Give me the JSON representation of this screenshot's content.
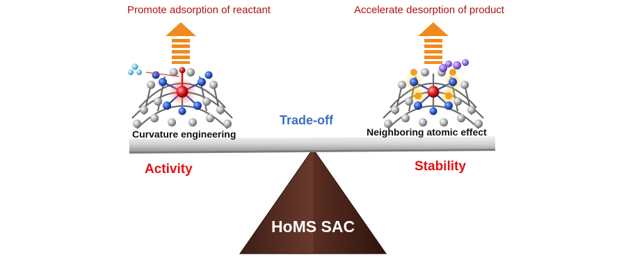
{
  "captions": {
    "left_top": "Promote adsorption of reactant",
    "right_top": "Accelerate desorption of product"
  },
  "labels": {
    "left_mid": "Curvature engineering",
    "right_mid": "Neighboring atomic effect",
    "center": "Trade-off",
    "left_bottom": "Activity",
    "right_bottom": "Stability",
    "fulcrum": "HoMS SAC"
  },
  "colors": {
    "caption": "#b31010",
    "emphasis_red": "#e01010",
    "tradeoff_blue": "#3b6fc4",
    "arrow_orange": "#f08a1e",
    "fulcrum_brown": "#5a2e22",
    "beam_gray": "#cfcfcf"
  },
  "icons": {
    "left_arrow": "up-arrow-icon",
    "right_arrow": "up-arrow-icon",
    "left_model": "curved-lattice-molecule-icon",
    "right_model": "curved-lattice-molecule-icon"
  }
}
